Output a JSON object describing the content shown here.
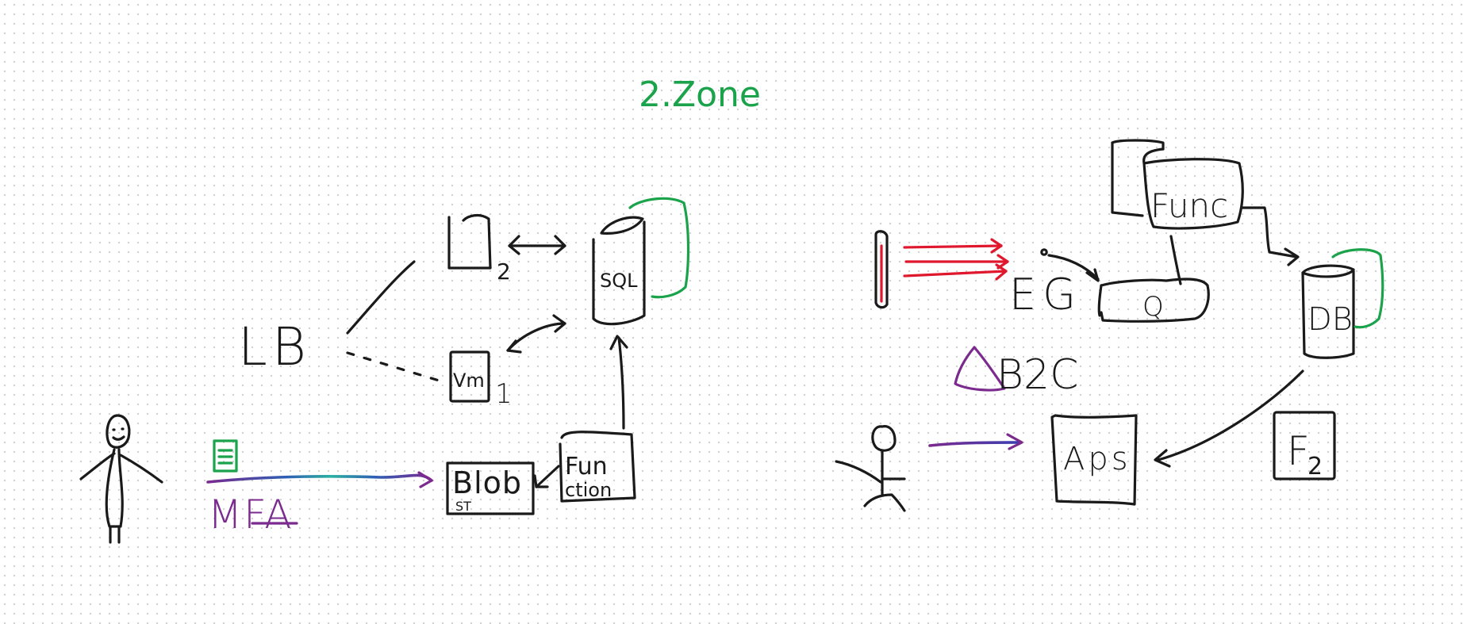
{
  "title": "2.Zone",
  "labels": {
    "lb": "LB",
    "vm_count_2": "2",
    "sql": "SQL",
    "vm": "Vm",
    "vm_count_1": "1",
    "blob_top": "Blob",
    "blob_sub": "ST",
    "function_top": "Fun",
    "function_bottom": "ction",
    "mfa": "MFA",
    "func": "Func",
    "eg": "EG",
    "queue": "Q",
    "db": "DB",
    "b2c": "B2C",
    "aps": "Aps",
    "f2_letter": "F",
    "f2_sub": "2"
  },
  "colors": {
    "ink": "#1a1a1a",
    "title_green": "#1aa34a",
    "event_red": "#e0182d",
    "auth_purple": "#7b2a8e"
  },
  "icons": [
    "person-icon",
    "document-icon",
    "thermometer-icon",
    "triangle-icon",
    "stick-figure-icon"
  ]
}
